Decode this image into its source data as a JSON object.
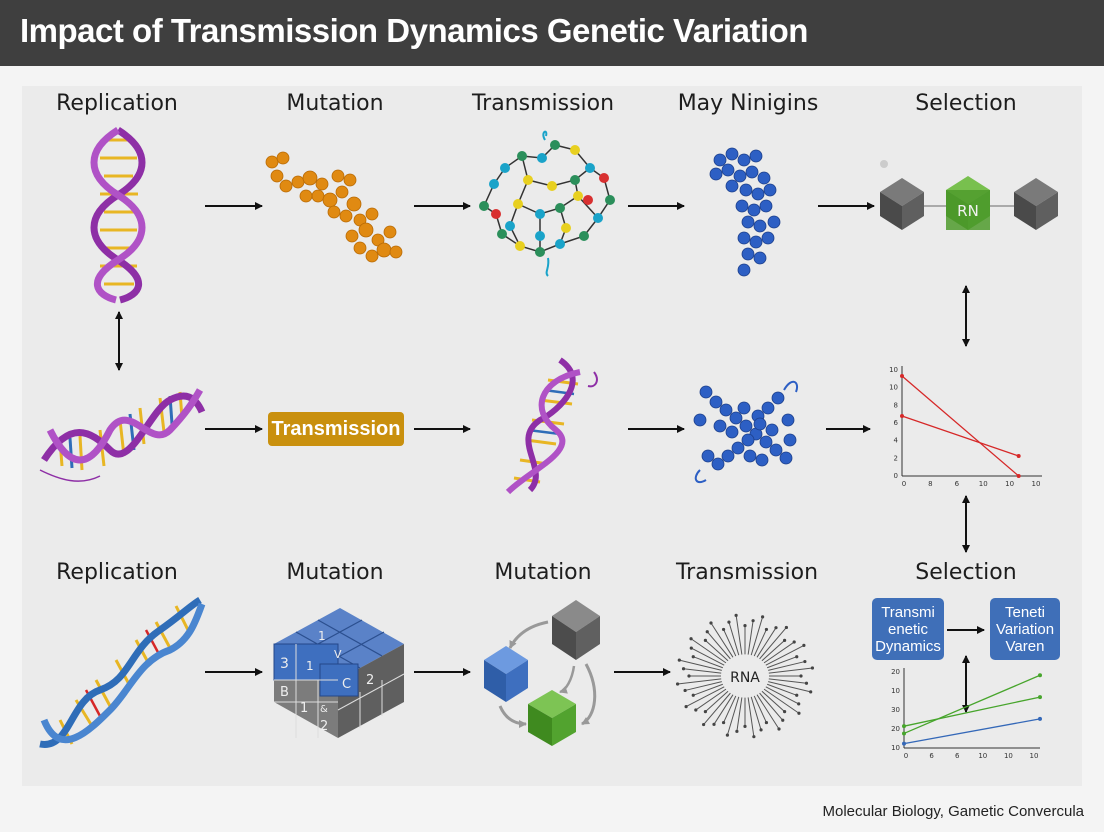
{
  "header": {
    "title": "Impact of Transmission Dynamics Genetic Variation"
  },
  "rows": {
    "top": [
      "Replication",
      "Mutation",
      "Transmission",
      "May Ninigins",
      "Selection"
    ],
    "bottom": [
      "Replication",
      "Mutation",
      "Mutation",
      "Transmission",
      "Selection"
    ]
  },
  "middle": {
    "pill_label": "Transmission"
  },
  "cubes_top": {
    "center_label": "RN"
  },
  "blocks": {
    "cells": [
      "1",
      "V",
      "3",
      "1",
      "B",
      "1",
      "&",
      "2",
      "C",
      "2"
    ]
  },
  "burst": {
    "label": "RNA"
  },
  "selection_boxes": {
    "left": [
      "Transmi",
      "enetic",
      "Dynamics"
    ],
    "right": [
      "Teneti",
      "Variation",
      "Varen"
    ]
  },
  "chart_data": [
    {
      "type": "line",
      "x_ticks": [
        "0",
        "8",
        "6",
        "10",
        "10",
        "10"
      ],
      "y_ticks": [
        "10",
        "10",
        "8",
        "6",
        "4",
        "2",
        "0"
      ],
      "series": [
        {
          "color": "#d62828",
          "x": [
            0,
            10
          ],
          "y": [
            10,
            0
          ]
        },
        {
          "color": "#d62828",
          "x": [
            0,
            10
          ],
          "y": [
            6,
            2
          ]
        }
      ],
      "xlim": [
        0,
        12
      ],
      "ylim": [
        0,
        11
      ]
    },
    {
      "type": "line",
      "x_ticks": [
        "0",
        "6",
        "6",
        "10",
        "10",
        "10"
      ],
      "y_ticks": [
        "20",
        "10",
        "30",
        "20",
        "10"
      ],
      "series": [
        {
          "color": "#47a52c",
          "x": [
            0,
            10
          ],
          "y": [
            10,
            50
          ]
        },
        {
          "color": "#47a52c",
          "x": [
            0,
            10
          ],
          "y": [
            15,
            35
          ]
        },
        {
          "color": "#3468b8",
          "x": [
            0,
            10
          ],
          "y": [
            3,
            20
          ]
        }
      ],
      "xlim": [
        0,
        10
      ],
      "ylim": [
        0,
        55
      ]
    }
  ],
  "footer": {
    "caption": "Molecular Biology, Gametic Convercula"
  },
  "colors": {
    "header_bg": "#3f3f3f",
    "panel_bg": "#ebebeb",
    "dna_purple": "#8e2fa6",
    "dna_blue": "#2f6db8",
    "rung_yellow": "#e8b623",
    "molecule_orange": "#e08a12",
    "molecule_blue": "#2d5fc4",
    "cube_gray": "#555555",
    "cube_green": "#4f9b2d",
    "cube_blue": "#3e6fbf",
    "pill": "#c9900e"
  }
}
